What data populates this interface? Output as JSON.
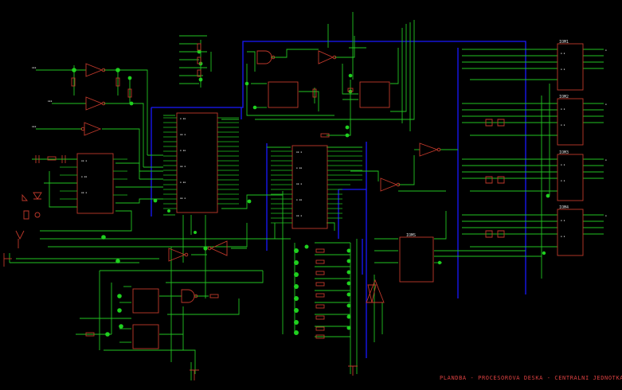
{
  "title_block": {
    "text": "PLANDBA - PROCESOROVA DESKA - CENTRALNI JEDNOTKA"
  },
  "chip_labels": {
    "ic_top_right_1": "IOM1",
    "ic_top_right_2": "IOM2",
    "ic_top_right_3": "IOM3",
    "ic_top_right_4": "IOM4",
    "ic_lower_mid": "IOMS"
  },
  "colors": {
    "background": "#000000",
    "wire": "#22c322",
    "component": "#c0392b",
    "bus": "#1a1aff",
    "junction": "#1fd01f",
    "text": "#d8d8d8",
    "title": "#d94040"
  }
}
